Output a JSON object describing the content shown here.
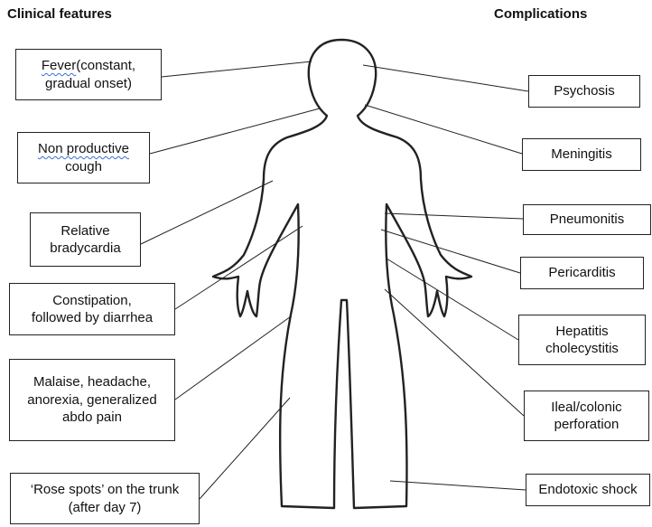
{
  "headings": {
    "clinical_features": "Clinical features",
    "complications": "Complications"
  },
  "clinical_features": [
    {
      "lead": "Fever",
      "rest": "(constant,",
      "line2": "gradual onset)"
    },
    {
      "lead": "Non productive",
      "line2": "cough"
    },
    {
      "line1": "Relative",
      "line2": "bradycardia"
    },
    {
      "line1": "Constipation,",
      "line2": "followed by diarrhea"
    },
    {
      "line1": "Malaise, headache,",
      "line2": "anorexia, generalized",
      "line3": "abdo pain"
    },
    {
      "line1": "‘Rose spots’ on the trunk",
      "line2": "(after day 7)"
    }
  ],
  "complications": [
    {
      "line1": "Psychosis"
    },
    {
      "line1": "Meningitis"
    },
    {
      "line1": "Pneumonitis"
    },
    {
      "line1": "Pericarditis"
    },
    {
      "line1": "Hepatitis",
      "line2": "cholecystitis"
    },
    {
      "line1": "Ileal/colonic",
      "line2": "perforation"
    },
    {
      "line1": "Endotoxic shock"
    }
  ],
  "colors": {
    "outline": "#222222",
    "spellcheck_underline": "#3b6fd4"
  }
}
